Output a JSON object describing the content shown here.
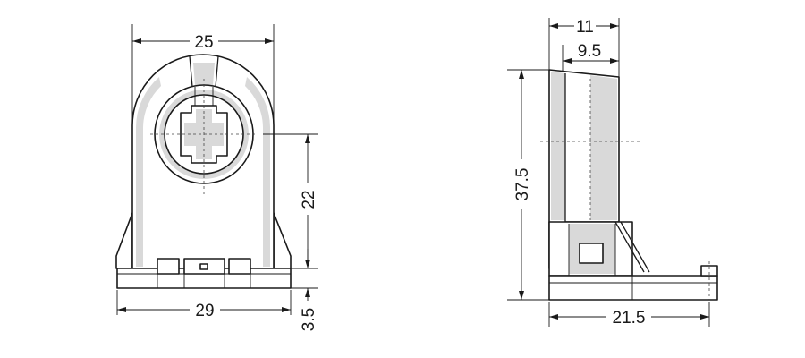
{
  "dimensions": {
    "front_width_top": "25",
    "front_width_bottom": "29",
    "front_height_center": "22",
    "front_base_thickness": "3.5",
    "side_depth_outer": "11",
    "side_depth_inner": "9.5",
    "side_height": "37.5",
    "side_base_length": "21.5"
  }
}
